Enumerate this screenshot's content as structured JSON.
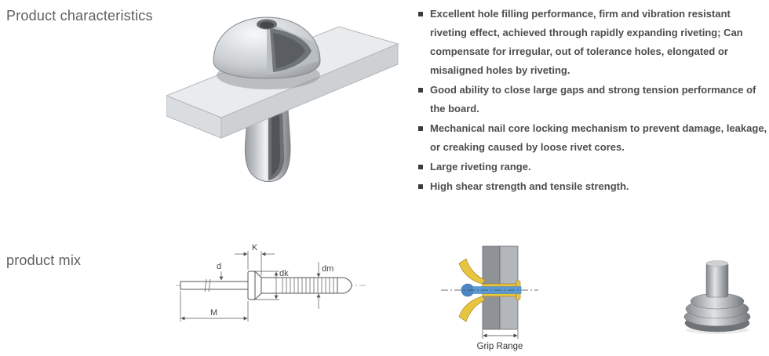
{
  "characteristics": {
    "title": "Product characteristics",
    "bullets": [
      "Excellent hole filling performance, firm and vibration resistant riveting effect, achieved through rapidly expanding riveting; Can compensate for irregular, out of tolerance holes, elongated or misaligned holes by riveting.",
      "Good ability to close large gaps and strong tension performance of the board.",
      "Mechanical nail core locking mechanism to prevent damage, leakage, or creaking caused by loose rivet cores.",
      "Large riveting range.",
      "High shear strength and tensile strength."
    ]
  },
  "product_mix": {
    "title": "product mix",
    "dimensions": {
      "d": "d",
      "K": "K",
      "dk": "dk",
      "dm": "dm",
      "M": "M"
    },
    "grip_range_label": "Grip Range"
  },
  "colors": {
    "sleeve_yellow": "#e8c53f",
    "mandrel_blue": "#5b9bd5",
    "title_gray": "#5f5f5f",
    "text_gray": "#4d4d4d",
    "board_gray": "#e9ebed"
  }
}
